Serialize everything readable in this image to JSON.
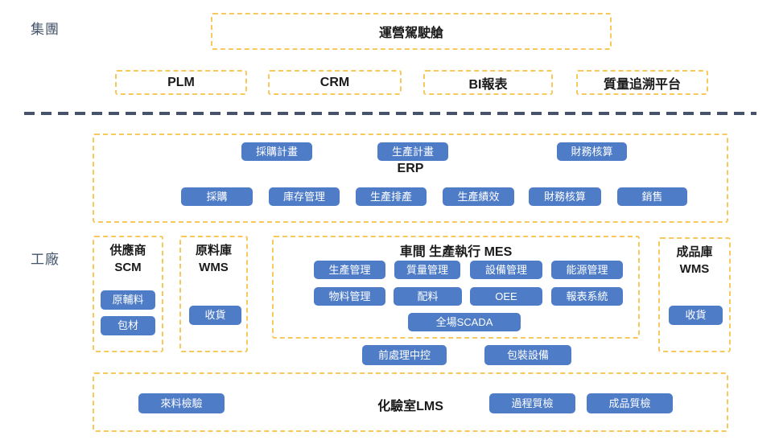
{
  "colors": {
    "pill_blue": "#4E7CC7",
    "pill_text": "#FFFFFF",
    "dashed_gold": "#F7C85C",
    "divider_slate": "#47536A",
    "section_label_slate": "#44546A",
    "title_text": "#1A1A1A"
  },
  "sections": {
    "group": {
      "label": "集團",
      "cockpit": "運營駕駛艙",
      "platforms": [
        "PLM",
        "CRM",
        "BI報表",
        "質量追溯平台"
      ]
    },
    "factory": {
      "label": "工廠",
      "erp": {
        "title": "ERP",
        "top_pills": [
          "採購計畫",
          "生產計畫",
          "財務核算"
        ],
        "bottom_pills": [
          "採購",
          "庫存管理",
          "生產排產",
          "生產績效",
          "財務核算",
          "銷售"
        ]
      },
      "scm": {
        "title_line1": "供應商",
        "title_line2": "SCM",
        "pills": [
          "原輔料",
          "包材"
        ]
      },
      "raw_wms": {
        "title_line1": "原料庫",
        "title_line2": "WMS",
        "pills": [
          "收貨"
        ]
      },
      "mes": {
        "title": "車間 生產執行 MES",
        "row1": [
          "生產管理",
          "質量管理",
          "設備管理",
          "能源管理"
        ],
        "row2": [
          "物料管理",
          "配料",
          "OEE",
          "報表系統"
        ],
        "row3": [
          "全場SCADA"
        ]
      },
      "finished_wms": {
        "title_line1": "成品庫",
        "title_line2": "WMS",
        "pills": [
          "收貨"
        ]
      },
      "equipment_pills": [
        "前處理中控",
        "包裝設備"
      ],
      "lms": {
        "title": "化驗室LMS",
        "left_pill": "來料檢驗",
        "right_pills": [
          "過程質檢",
          "成品質檢"
        ]
      }
    }
  }
}
